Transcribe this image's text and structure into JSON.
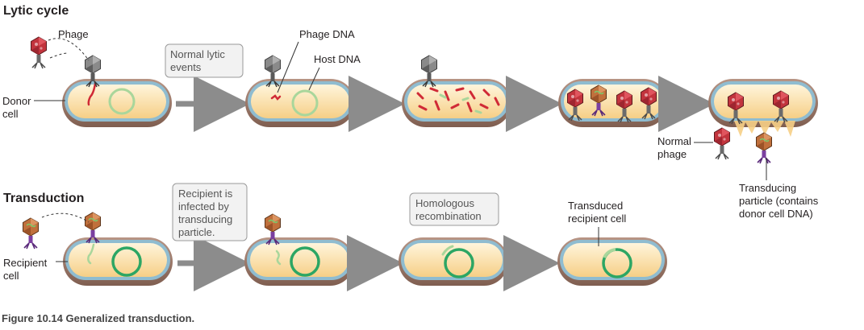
{
  "titles": {
    "lytic": "Lytic cycle",
    "transduction": "Transduction"
  },
  "labels": {
    "phage": "Phage",
    "phage_dna": "Phage DNA",
    "host_dna": "Host DNA",
    "donor_cell_line1": "Donor",
    "donor_cell_line2": "cell",
    "normal_phage_line1": "Normal",
    "normal_phage_line2": "phage",
    "transducing_particle_line1": "Transducing",
    "transducing_particle_line2": "particle (contains",
    "transducing_particle_line3": "donor cell DNA)",
    "recipient_cell_line1": "Recipient",
    "recipient_cell_line2": "cell",
    "transduced_cell_line1": "Transduced",
    "transduced_cell_line2": "recipient cell"
  },
  "boxes": {
    "normal_lytic_line1": "Normal lytic",
    "normal_lytic_line2": "events",
    "recipient_infected_line1": "Recipient is",
    "recipient_infected_line2": "infected by",
    "recipient_infected_line3": "transducing",
    "recipient_infected_line4": "particle.",
    "homologous_line1": "Homologous",
    "homologous_line2": "recombination"
  },
  "caption": "Figure 10.14 Generalized transduction.",
  "colors": {
    "cell_wall": "#9b7b6b",
    "membrane": "#8fbcd0",
    "cytoplasm": "#fbe3b0",
    "host_dna_lytic": "#a9d69b",
    "host_dna_recipient": "#2ca664",
    "phage_dna": "#d02a36",
    "arrow": "#8c8c8c",
    "phage_head_normal": "#c2343d",
    "phage_head_transducing": "#c0703c"
  }
}
